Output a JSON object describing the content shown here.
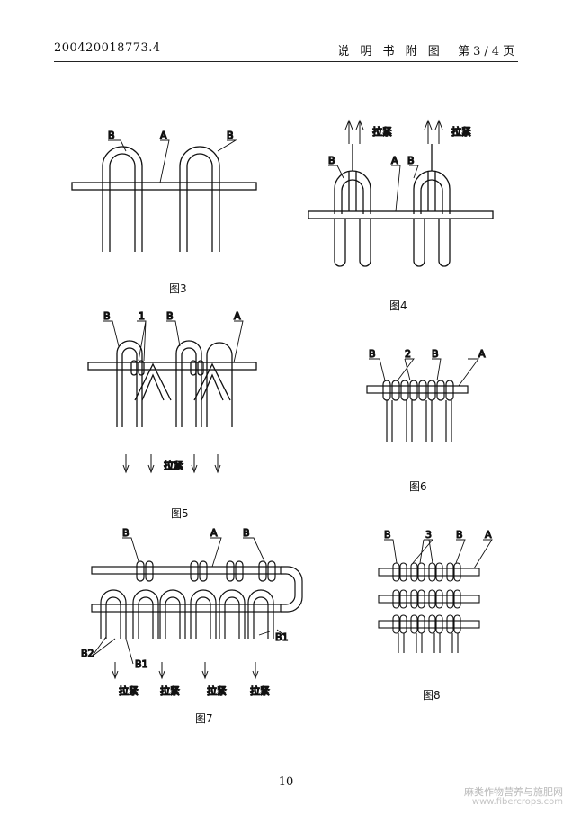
{
  "header": {
    "doc_number": "200420018773.4",
    "section_title": "说 明 书 附 图",
    "page_of": "第3/4页"
  },
  "figures": {
    "fig3": {
      "caption": "图3",
      "labels": {
        "a": "A",
        "b1": "B",
        "b2": "B"
      }
    },
    "fig4": {
      "caption": "图4",
      "labels": {
        "a": "A",
        "b1": "B",
        "b2": "B"
      },
      "pull_text": "拉紧"
    },
    "fig5": {
      "caption": "图5",
      "labels": {
        "a": "A",
        "b1": "B",
        "b2": "B",
        "n": "1"
      },
      "pull_text": "拉紧"
    },
    "fig6": {
      "caption": "图6",
      "labels": {
        "a": "A",
        "b1": "B",
        "b2": "B",
        "n": "2"
      }
    },
    "fig7": {
      "caption": "图7",
      "labels": {
        "a": "A",
        "b1": "B",
        "b2": "B",
        "b_1": "B1",
        "b_2": "B1",
        "b_3": "B2"
      },
      "pull_text": "拉紧"
    },
    "fig8": {
      "caption": "图8",
      "labels": {
        "a": "A",
        "b1": "B",
        "b2": "B",
        "n": "3"
      }
    }
  },
  "footer": {
    "page_number": "10",
    "watermark": "麻类作物营养与施肥网",
    "watermark_url": "www.fibercrops.com"
  }
}
